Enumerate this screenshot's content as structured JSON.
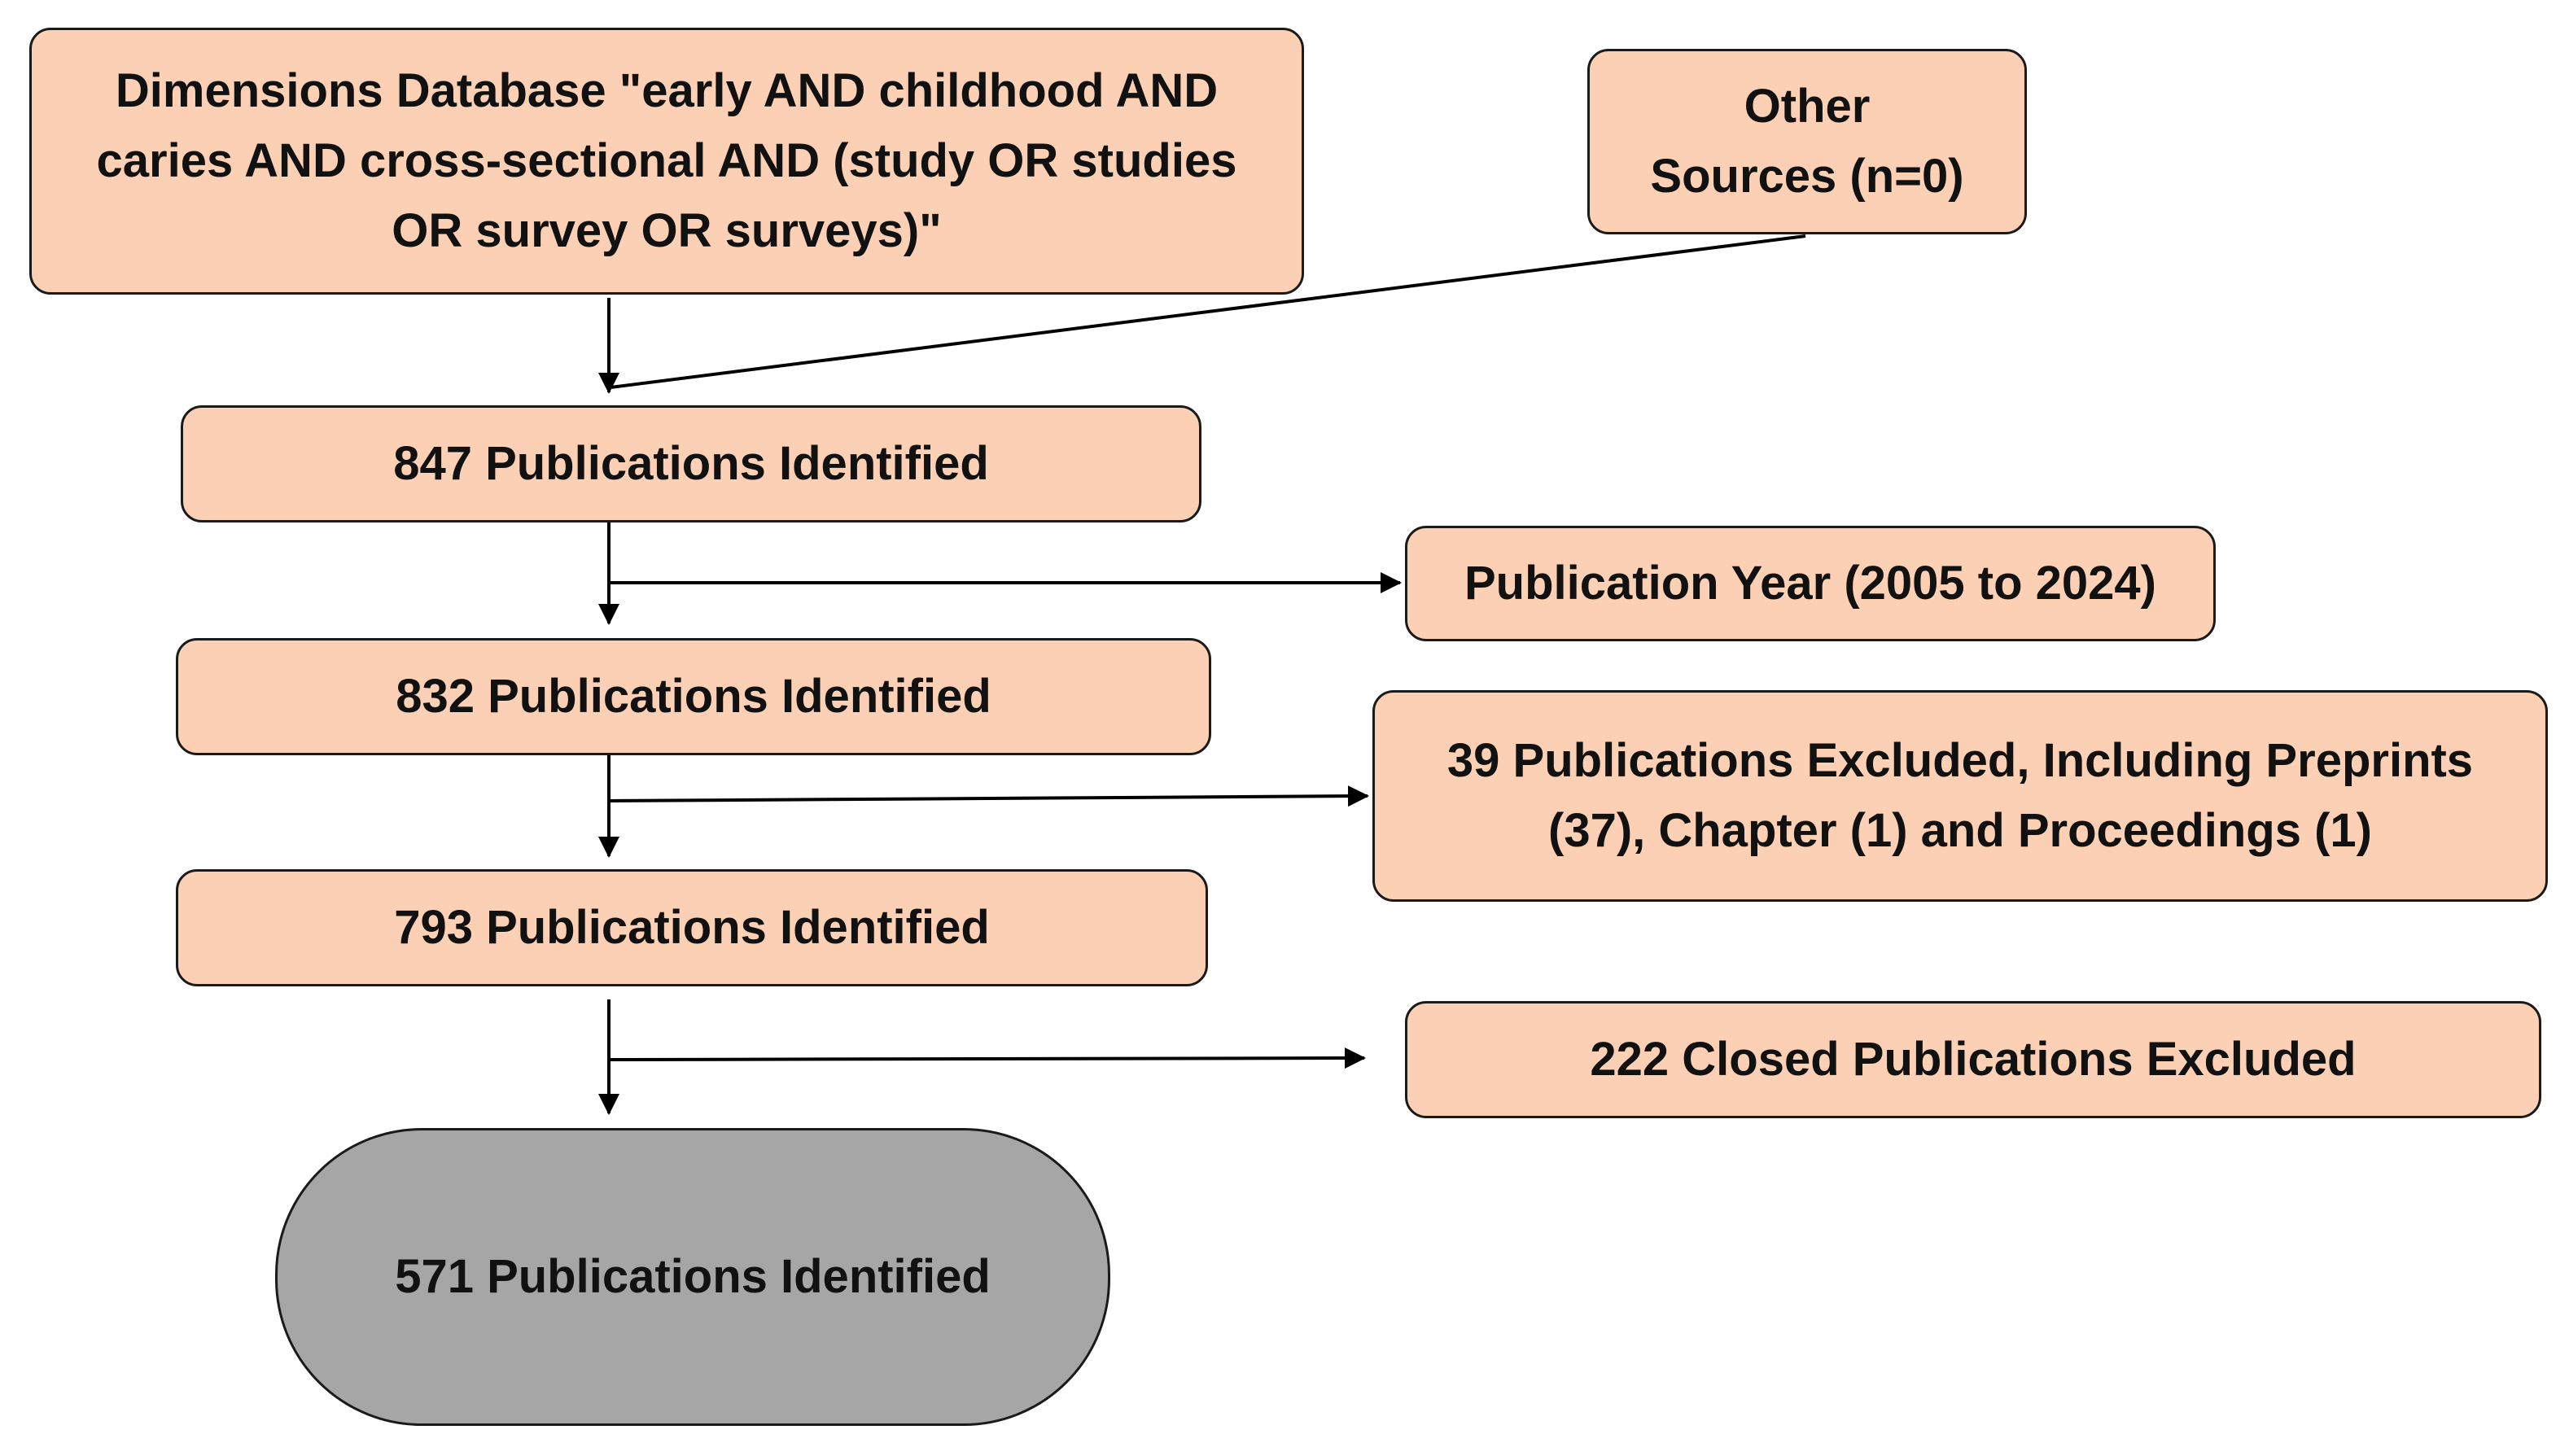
{
  "flowchart": {
    "source_database": {
      "label": "Dimensions Database \"early AND childhood AND caries AND cross-sectional AND (study OR studies OR survey OR surveys)\""
    },
    "other_sources": {
      "label": "Other Sources (n=0)"
    },
    "steps": [
      {
        "label": "847 Publications Identified"
      },
      {
        "label": "832 Publications Identified"
      },
      {
        "label": "793 Publications Identified"
      },
      {
        "label": "571 Publications Identified"
      }
    ],
    "exclusions": [
      {
        "label": "Publication Year (2005 to 2024)"
      },
      {
        "label": "39 Publications Excluded, Including Preprints (37), Chapter (1) and Proceedings (1)"
      },
      {
        "label": "222 Closed Publications Excluded"
      }
    ]
  },
  "colors": {
    "box_fill": "#fcd0b4",
    "terminal_fill": "#a6a6a6",
    "border": "#1a1a1a",
    "text": "#111111"
  }
}
